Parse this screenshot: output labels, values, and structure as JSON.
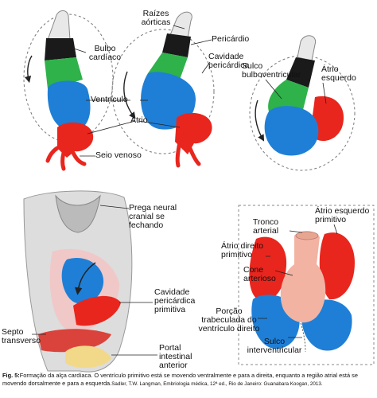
{
  "colors": {
    "black_segment": "#1a1a1a",
    "green_bulbus": "#2fb24a",
    "blue_ventricle": "#1f7fd6",
    "red_atrium": "#e8261e",
    "pink_truncus": "#f2b3a3",
    "pericardium_outline": "#777777"
  },
  "labels": {
    "raizes_aorticas": [
      "Raízes",
      "aórticas"
    ],
    "bulbo_cardiaco": [
      "Bulbo",
      "cardíaco"
    ],
    "pericardio": "Pericárdio",
    "cavidade_pericardica_top": [
      "Cavidade",
      "pericárdica"
    ],
    "ventriculo": "Ventrículo",
    "atrio": "Átrio",
    "seio_venoso": "Seio venoso",
    "sulco_bulboventricular": [
      "Sulco",
      "bulboventricular"
    ],
    "atrio_esquerdo_top": [
      "Átrio",
      "esquerdo"
    ],
    "prega_neural": [
      "Prega neural",
      "cranial se",
      "fechando"
    ],
    "cavidade_pericardica_primitiva": [
      "Cavidade",
      "pericárdica",
      "primitiva"
    ],
    "septo_transverso": [
      "Septo",
      "transverso"
    ],
    "portal_intestinal": [
      "Portal",
      "intestinal",
      "anterior"
    ],
    "tronco_arterial": [
      "Tronco",
      "arterial"
    ],
    "atrio_esquerdo_primitivo": [
      "Átrio esquerdo",
      "primitivo"
    ],
    "atrio_direito_primitivo": [
      "Átrio direito",
      "primitivo"
    ],
    "cone_arterioso": [
      "Cone",
      "arterioso"
    ],
    "porcao_trabeculada": [
      "Porção",
      "trabeculada do",
      "ventrículo direito"
    ],
    "sulco_interventricular": [
      "Sulco",
      "interventricular"
    ]
  },
  "caption": {
    "bold": "Fig. 5:",
    "text": "Formação da alça cardíaca. O ventrículo primitivo está se movendo ventralmente e para a direita, enquanto a região atrial está se movendo dorsalmente e para a esquerda.",
    "source": "Sadler, T.W. Langman, Embriologia médica, 12ª ed., Rio de Janeiro: Guanabara Koogan, 2013."
  }
}
